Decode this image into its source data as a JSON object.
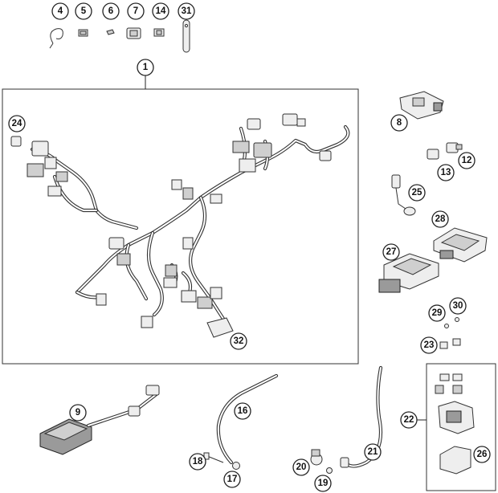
{
  "callouts": {
    "c4": "4",
    "c5": "5",
    "c6": "6",
    "c7": "7",
    "c14": "14",
    "c31": "31",
    "c1": "1",
    "c24": "24",
    "c32": "32",
    "c8": "8",
    "c12": "12",
    "c13": "13",
    "c25": "25",
    "c28": "28",
    "c27": "27",
    "c29": "29",
    "c30": "30",
    "c23": "23",
    "c9": "9",
    "c16": "16",
    "c18": "18",
    "c17": "17",
    "c20": "20",
    "c19": "19",
    "c21": "21",
    "c22": "22",
    "c26": "26"
  },
  "colors": {
    "line": "#222222",
    "part_fill": "#eeeeee",
    "part_shade": "#9a9a9a",
    "background": "#ffffff"
  }
}
